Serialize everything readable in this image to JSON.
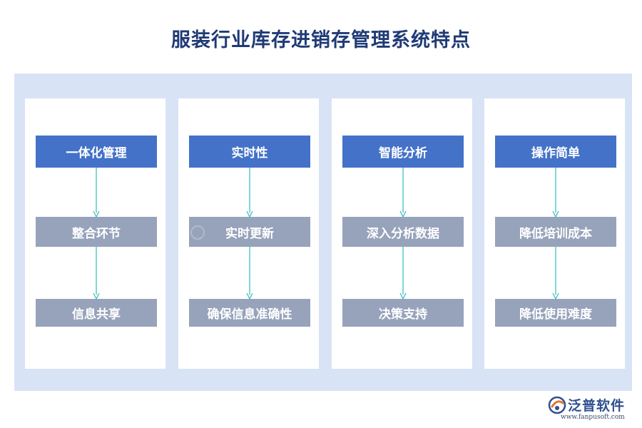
{
  "title": "服装行业库存进销存管理系统特点",
  "columns": [
    {
      "head": "一体化管理",
      "mid": "整合环节",
      "bottom": "信息共享"
    },
    {
      "head": "实时性",
      "mid": "实时更新",
      "bottom": "确保信息准确性"
    },
    {
      "head": "智能分析",
      "mid": "深入分析数据",
      "bottom": "决策支持"
    },
    {
      "head": "操作简单",
      "mid": "降低培训成本",
      "bottom": "降低使用难度"
    }
  ],
  "logo": {
    "name": "泛普软件",
    "url": "www.fanpusoft.com"
  },
  "colors": {
    "title": "#1f3a75",
    "panel": "#d9e3f6",
    "header_box": "#4472c8",
    "sub_box": "#97a3bb",
    "arrow": "#3fbfbf",
    "logo_accent": "#e8722a"
  }
}
